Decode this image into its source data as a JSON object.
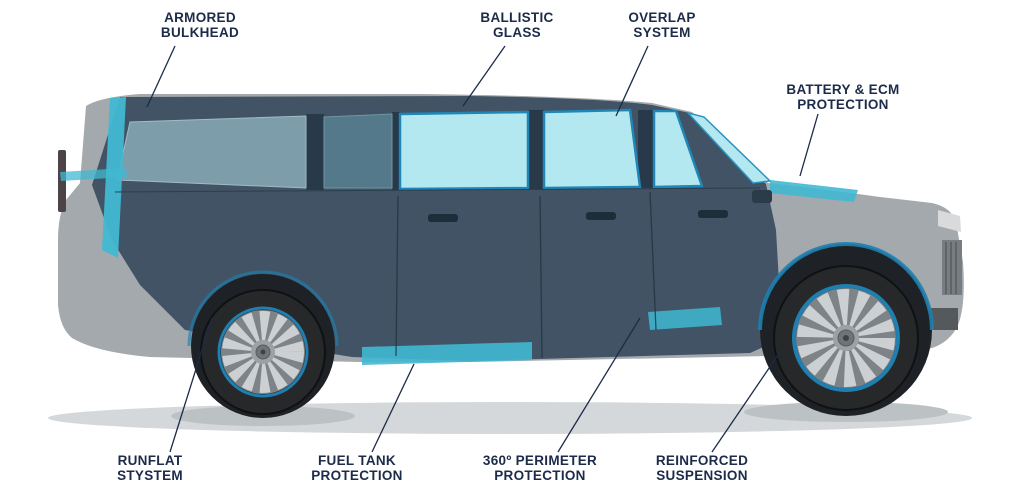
{
  "colors": {
    "label_text": "#1c2b49",
    "leader_line": "#1c2b49",
    "accent": "#41b8d2",
    "glass": "#b4e8f0",
    "glass_stroke": "#1f86b6",
    "armor": "#36495c",
    "body_gray": "#a4a9ad",
    "wheel_blue": "#1e7fb0",
    "background": "#ffffff"
  },
  "diagram": {
    "illustration": "armored-suv-side-profile"
  },
  "callouts": [
    {
      "name": "armored-bulkhead",
      "line1": "ARMORED",
      "line2": "BULKHEAD"
    },
    {
      "name": "ballistic-glass",
      "line1": "BALLISTIC",
      "line2": "GLASS"
    },
    {
      "name": "overlap-system",
      "line1": "OVERLAP",
      "line2": "SYSTEM"
    },
    {
      "name": "battery-ecm-protection",
      "line1": "BATTERY & ECM",
      "line2": "PROTECTION"
    },
    {
      "name": "runflat-system",
      "line1": "RUNFLAT",
      "line2": "STYSTEM"
    },
    {
      "name": "fuel-tank-protection",
      "line1": "FUEL TANK",
      "line2": "PROTECTION"
    },
    {
      "name": "perimeter-protection",
      "line1": "360º PERIMETER",
      "line2": "PROTECTION"
    },
    {
      "name": "reinforced-suspension",
      "line1": "REINFORCED",
      "line2": "SUSPENSION"
    }
  ]
}
